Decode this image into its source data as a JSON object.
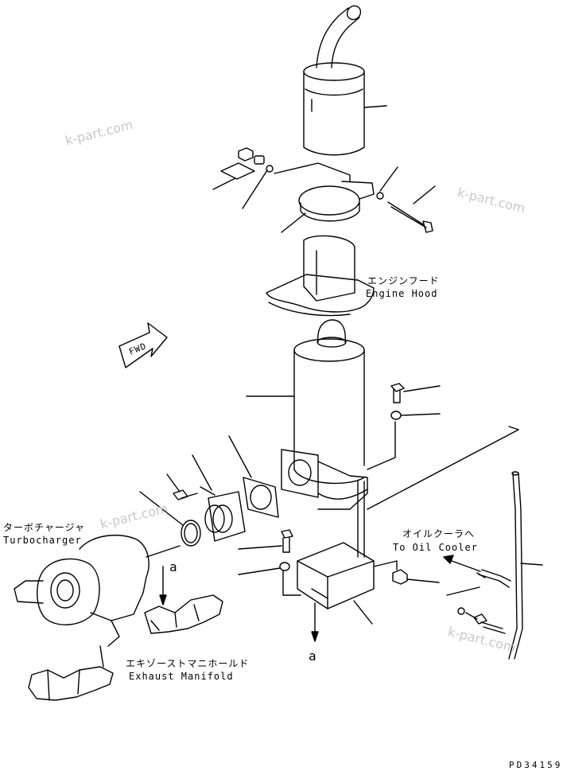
{
  "labels": {
    "engine_hood_jp": "エンジンフード",
    "engine_hood_en": "Engine Hood",
    "oil_cooler_jp": "オイルクーラへ",
    "oil_cooler_en": "To Oil Cooler",
    "turbo_jp": "ターボチャージャ",
    "turbo_en": "Turbocharger",
    "manifold_jp": "エキゾーストマニホールド",
    "manifold_en": "Exhaust Manifold",
    "fwd": "FWD",
    "arrow_a_1": "a",
    "arrow_a_2": "a",
    "diagram_code": "PD34159"
  },
  "watermarks": [
    "k-part.com",
    "k-part.com",
    "k-part.com",
    "k-part.com"
  ],
  "colors": {
    "line": "#000000",
    "watermark": "#c8c8c8",
    "background": "#ffffff"
  }
}
